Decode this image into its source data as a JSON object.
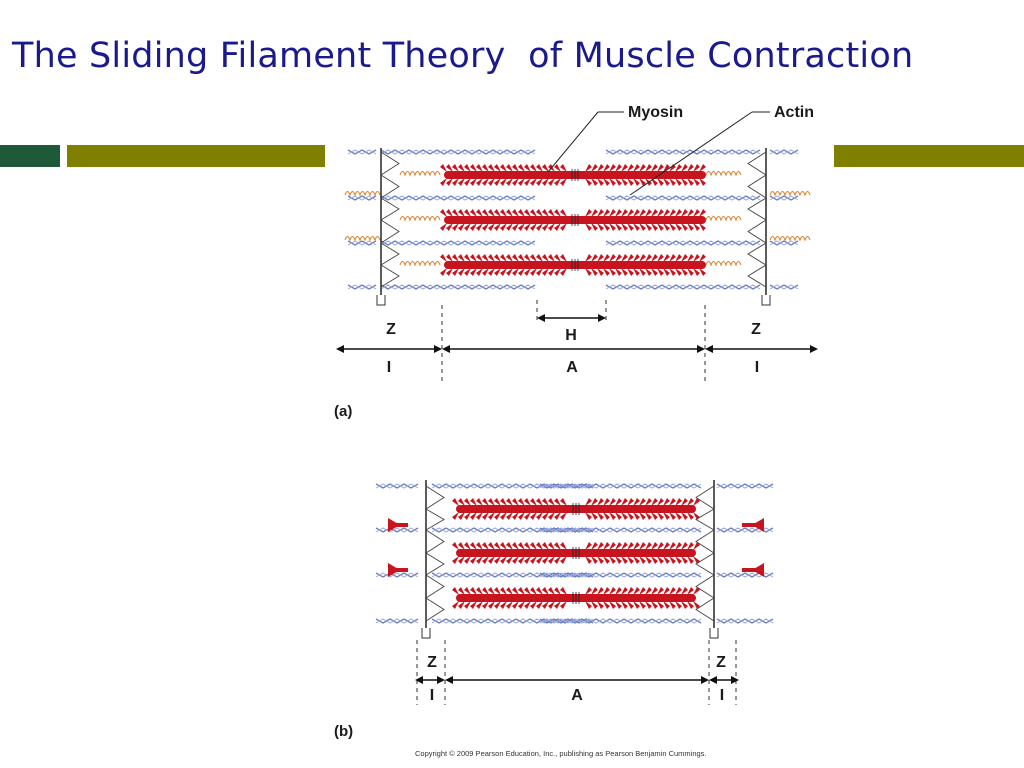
{
  "slide": {
    "title": "The Sliding Filament Theory  of Muscle Contraction",
    "copyright": "Copyright © 2009 Pearson Education, Inc., publishing as Pearson Benjamin Cummings."
  },
  "theme": {
    "title_color": "#1a1a8c",
    "bar_dark_green": "#1e5a3a",
    "bar_olive": "#808000",
    "myosin_color": "#c8141e",
    "actin_color": "#6b7fc4",
    "titin_color": "#d9822b"
  },
  "diagram": {
    "callouts": {
      "myosin": "Myosin",
      "actin": "Actin"
    },
    "panel_a": {
      "tag": "(a)",
      "z_left": "Z",
      "z_right": "Z",
      "h": "H",
      "i_left": "I",
      "a": "A",
      "i_right": "I"
    },
    "panel_b": {
      "tag": "(b)",
      "z_left": "Z",
      "z_right": "Z",
      "i_left": "I",
      "a": "A",
      "i_right": "I"
    }
  }
}
